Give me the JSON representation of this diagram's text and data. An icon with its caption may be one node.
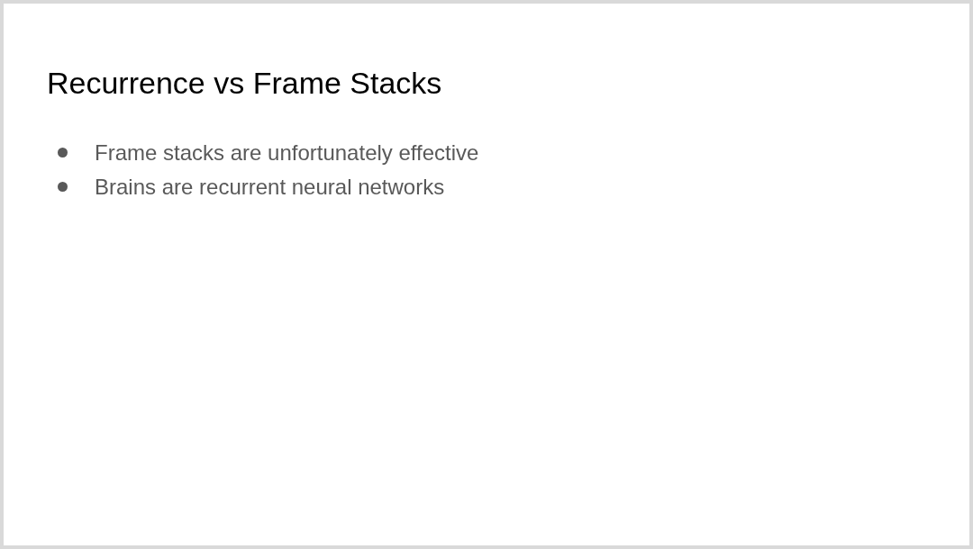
{
  "diagram": {
    "title": "Recurrence vs Frame Stacks",
    "labels": [
      "Frame stacks are unfortunately effective",
      "Brains are recurrent neural networks"
    ]
  }
}
